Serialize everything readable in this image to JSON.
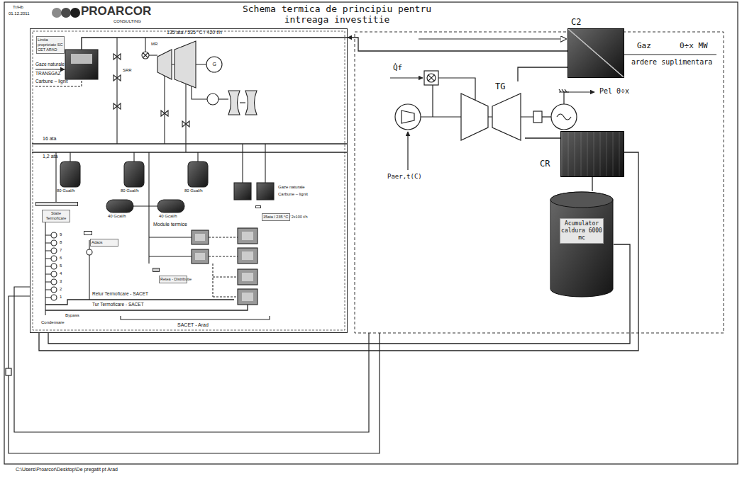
{
  "diagram": {
    "title": "Schema termica de principiu pentru intreaga investitie",
    "nodes": [
      {
        "text": [
          "Limita proprietate SC CET ARAD"
        ]
      },
      {
        "text": [
          "Statie Termoficare"
        ],
        "in": 0
      },
      {
        "text": [
          "Adaos"
        ],
        "in": 0
      },
      {
        "text": [
          "Retea - Distributie"
        ],
        "in": 0
      },
      {
        "text": [
          "15ata / 235 °C / 2x100 t/h"
        ],
        "in": 0
      },
      {
        "text": [
          "C2"
        ]
      },
      {
        "text": [
          "TG"
        ]
      },
      {
        "text": [
          "CR"
        ]
      },
      {
        "text": [
          "Acumulator caldura 6000 mc"
        ]
      }
    ],
    "edges": [
      {
        "from": 5,
        "to": 0,
        "arrow": "to"
      },
      {
        "from": 6,
        "to": 5,
        "arrow": "none"
      },
      {
        "from": 6,
        "to": 7,
        "arrow": "none"
      },
      {
        "from": 7,
        "to": 8,
        "arrow": "none"
      },
      {
        "from": 7,
        "to": 0,
        "arrow": "none"
      },
      {
        "from": 8,
        "to": 0,
        "arrow": "none"
      }
    ],
    "labels": [
      "Tr/Hb",
      "01.12.2011",
      "PROARCOR",
      "CONSULTING",
      "135 ata / 535 °C / 420 t/h",
      "Gaze naturale",
      "TRANSGAZ",
      "Carbune – lignit",
      "SRR",
      "MR",
      "16 ata",
      "1,2 ata",
      "80 Gcal/h",
      "80 Gcal/h",
      "80 Gcal/h",
      "40 Gcal/h",
      "40 Gcal/h",
      "Gaze naturale",
      "Carbune – lignit",
      "9",
      "8",
      "7",
      "6",
      "5",
      "4",
      "3",
      "2",
      "1",
      "Module termice",
      "Retur Termoficare - SACET",
      "Tur Termoficare - SACET",
      "Bypass",
      "Condensare",
      "SACET - Arad",
      "G",
      "Gaz",
      "0÷x MW",
      "ardere suplimentara",
      "Q̇f",
      "Pel 0÷x",
      "Paer,t(C)",
      "C:\\Users\\Proarcor\\Desktop\\De pregatit pt Arad"
    ]
  }
}
